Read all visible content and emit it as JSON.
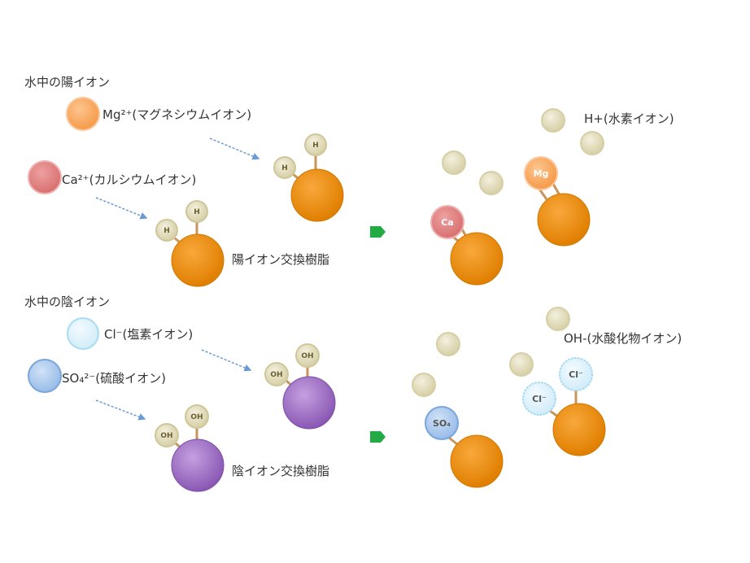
{
  "cation_section": {
    "title": "水中の陽イオン",
    "ions": [
      {
        "label": "Mg²⁺(マグネシウムイオン)",
        "short": "Mg",
        "color": "#f7a55a"
      },
      {
        "label": "Ca²⁺(カルシウムイオン)",
        "short": "Ca",
        "color": "#e07c7c"
      }
    ],
    "resin_label": "陽イオン交換樹脂",
    "resin_color": "#f08c10",
    "bound_ion": "H",
    "released_label": "H+(水素イオン)"
  },
  "anion_section": {
    "title": "水中の陰イオン",
    "ions": [
      {
        "label": "Cl⁻(塩素イオン)",
        "short": "Cl⁻",
        "color": "#d6effa"
      },
      {
        "label": "SO₄²⁻(硫酸イオン)",
        "short": "SO₄",
        "color": "#a9c8ec"
      }
    ],
    "resin_label": "陰イオン交換樹脂",
    "resin_color": "#9b6cc0",
    "bound_ion": "OH",
    "released_label": "OH-(水酸化物イオン)"
  }
}
